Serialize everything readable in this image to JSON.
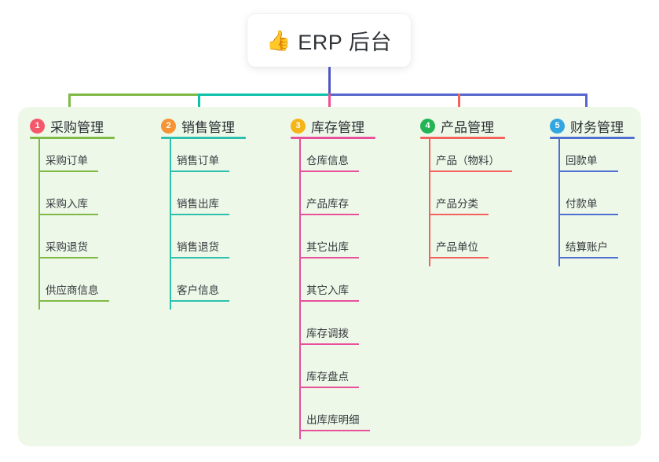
{
  "root": {
    "emoji": "👍",
    "emoji_name": "thumbs-up-icon",
    "title": "ERP 后台"
  },
  "panel": {
    "background": "#eef8e9"
  },
  "columns": [
    {
      "index": "1",
      "title": "采购管理",
      "color": "#7fba45",
      "badge_color": "#f4596b",
      "connector_color": "#7fba45",
      "items": [
        "采购订单",
        "采购入库",
        "采购退货",
        "供应商信息"
      ]
    },
    {
      "index": "2",
      "title": "销售管理",
      "color": "#2dc0ad",
      "badge_color": "#f59335",
      "connector_color": "#10c1ab",
      "items": [
        "销售订单",
        "销售出库",
        "销售退货",
        "客户信息"
      ]
    },
    {
      "index": "3",
      "title": "库存管理",
      "color": "#e8509b",
      "badge_color": "#f5b518",
      "connector_color": "#ee4f93",
      "items": [
        "仓库信息",
        "产品库存",
        "其它出库",
        "其它入库",
        "库存调拨",
        "库存盘点",
        "出库库明细"
      ]
    },
    {
      "index": "4",
      "title": "产品管理",
      "color": "#f4625e",
      "badge_color": "#22b455",
      "connector_color": "#f4625e",
      "items": [
        "产品（物料）",
        "产品分类",
        "产品单位"
      ]
    },
    {
      "index": "5",
      "title": "财务管理",
      "color": "#4f6fd0",
      "badge_color": "#32a6e0",
      "connector_color": "#5566cc",
      "items": [
        "回款单",
        "付款单",
        "结算账户"
      ]
    }
  ],
  "bus": {
    "root_stem_color": "#4f56c4",
    "segment_colors": [
      "#7fba45",
      "#10c1ab",
      "#5566cc",
      "#5566cc"
    ]
  }
}
